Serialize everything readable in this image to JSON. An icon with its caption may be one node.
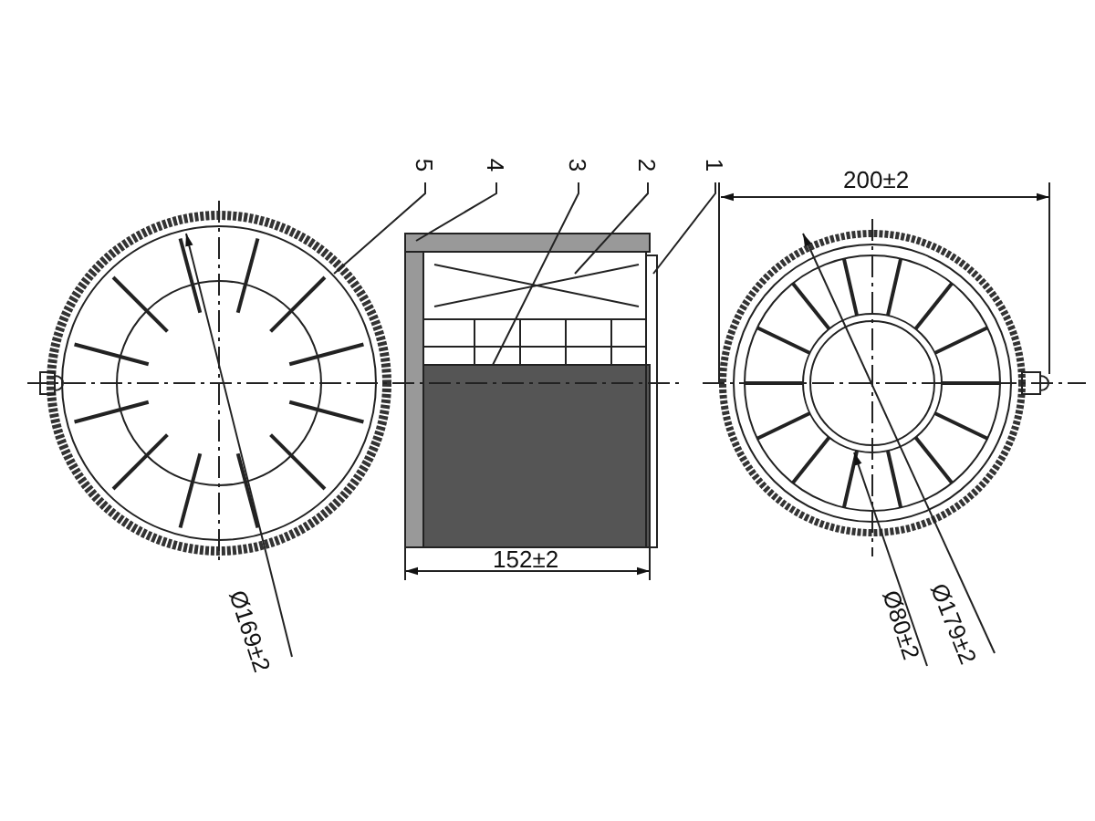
{
  "diagram": {
    "nodes": [
      {
        "text": [
          "5"
        ]
      },
      {
        "text": [
          "4"
        ]
      },
      {
        "text": [
          "3"
        ]
      },
      {
        "text": [
          "2"
        ]
      },
      {
        "text": [
          "1"
        ]
      }
    ],
    "edges": [
      {
        "from": 0,
        "to": null,
        "arrow": "none"
      },
      {
        "from": 1,
        "to": null,
        "arrow": "none"
      },
      {
        "from": 2,
        "to": null,
        "arrow": "none"
      },
      {
        "from": 3,
        "to": null,
        "arrow": "none"
      },
      {
        "from": 4,
        "to": null,
        "arrow": "none"
      }
    ],
    "labels": [
      "200±2",
      "152±2",
      "Ø169±2",
      "Ø80±2",
      "Ø179±2"
    ]
  }
}
